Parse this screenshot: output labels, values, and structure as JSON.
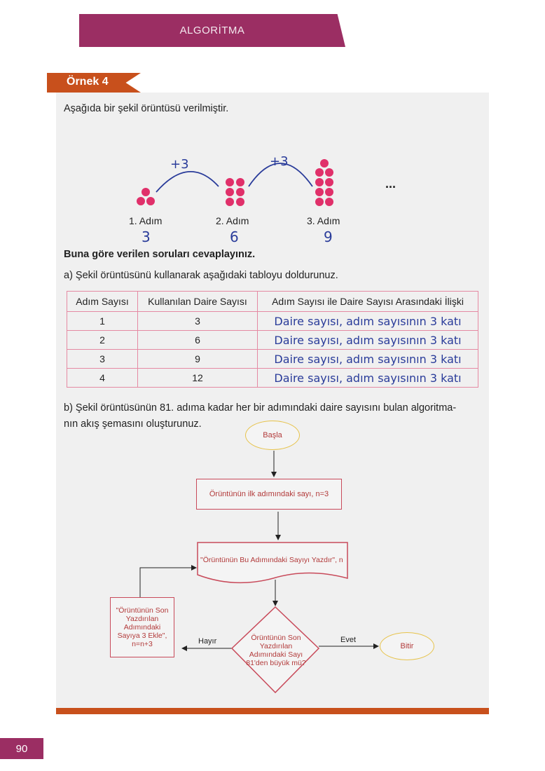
{
  "header": {
    "title": "ALGORİTMA"
  },
  "example": {
    "label": "Örnek 4"
  },
  "intro": "Aşağıda bir şekil örüntüsü verilmiştir.",
  "pattern": {
    "steps": [
      {
        "label": "1. Adım",
        "handwritten": "3"
      },
      {
        "label": "2. Adım",
        "handwritten": "6"
      },
      {
        "label": "3. Adım",
        "handwritten": "9"
      }
    ],
    "arcs": [
      "+3",
      "+3"
    ],
    "ellipsis": "...",
    "dot_color": "#e0306a"
  },
  "questions_heading": "Buna göre verilen soruları cevaplayınız.",
  "question_a": "a) Şekil örüntüsünü kullanarak aşağıdaki tabloyu doldurunuz.",
  "table": {
    "headers": [
      "Adım Sayısı",
      "Kullanılan Daire Sayısı",
      "Adım Sayısı ile Daire Sayısı Arasındaki İlişki"
    ],
    "rows": [
      [
        "1",
        "3",
        "Daire sayısı, adım sayısının 3 katı"
      ],
      [
        "2",
        "6",
        "Daire sayısı, adım sayısının 3 katı"
      ],
      [
        "3",
        "9",
        "Daire sayısı, adım sayısının 3 katı"
      ],
      [
        "4",
        "12",
        "Daire sayısı, adım sayısının 3 katı"
      ]
    ]
  },
  "question_b_line1": "b) Şekil örüntüsünün 81. adıma kadar her bir adımındaki daire sayısını bulan algoritma-",
  "question_b_line2": "nın akış şemasını oluşturunuz.",
  "flowchart": {
    "start": "Başla",
    "init": "Örüntünün ilk adımındaki sayı, n=3",
    "output": "\"Örüntünün Bu Adımındaki Sayıyı Yazdır\", n",
    "decision": "Örüntünün Son Yazdırılan Adımındaki Sayı 81'den büyük mü?",
    "increment": "\"Örüntünün Son Yazdırılan Adımındaki Sayıya 3 Ekle\", n=n+3",
    "no_label": "Hayır",
    "yes_label": "Evet",
    "end": "Bitir"
  },
  "page_number": "90"
}
